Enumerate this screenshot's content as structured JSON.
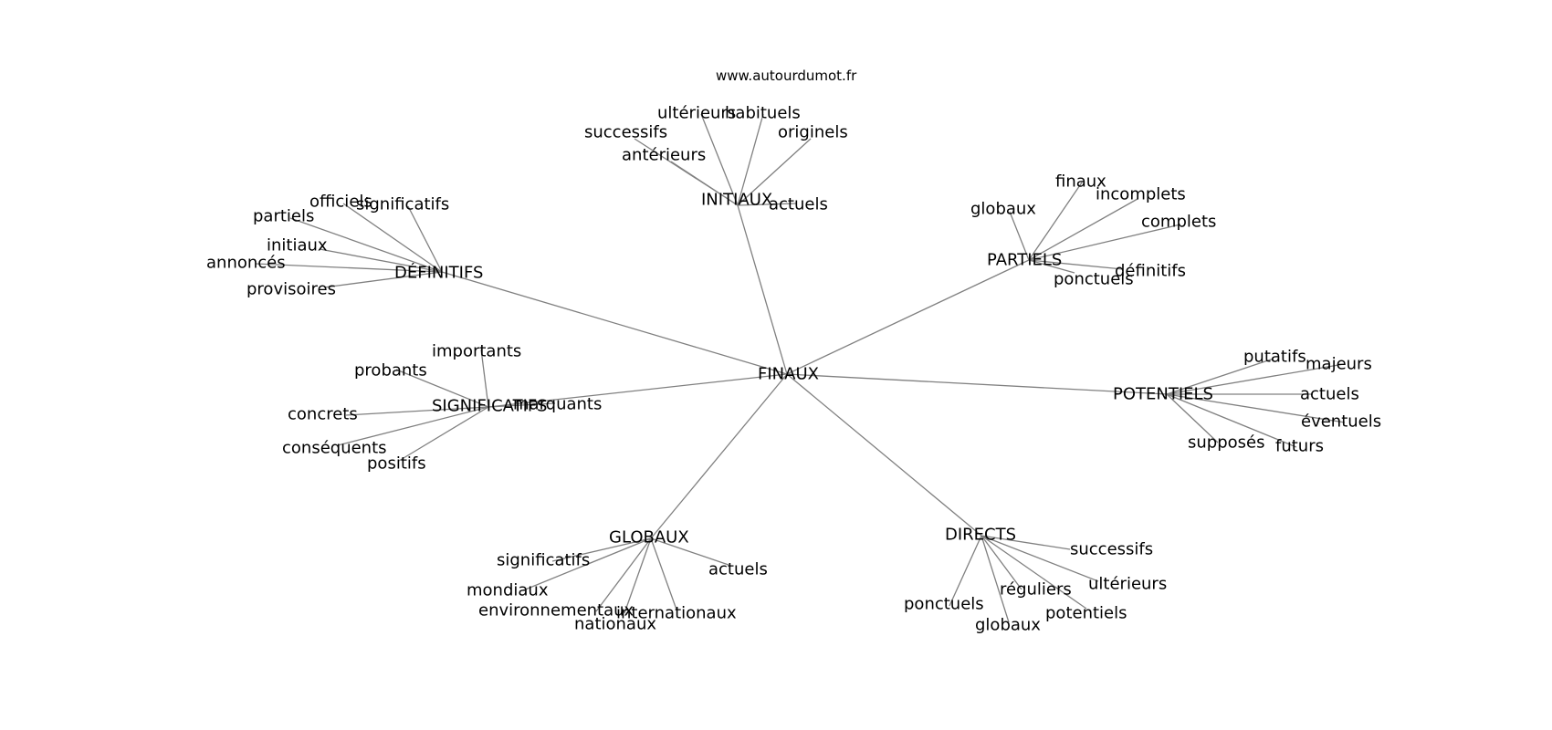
{
  "watermark": "www.autourdumot.fr",
  "center": "FINAUX",
  "clusters": [
    {
      "hub": "INITIAUX",
      "leaves": [
        "ultérieurs",
        "habituels",
        "successifs",
        "originels",
        "antérieurs",
        "actuels"
      ]
    },
    {
      "hub": "PARTIELS",
      "leaves": [
        "finaux",
        "incomplets",
        "globaux",
        "complets",
        "définitifs",
        "ponctuels"
      ]
    },
    {
      "hub": "DÉFINITIFS",
      "leaves": [
        "officiels",
        "significatifs",
        "partiels",
        "initiaux",
        "annoncés",
        "provisoires"
      ]
    },
    {
      "hub": "SIGNIFICATIFS",
      "leaves": [
        "importants",
        "probants",
        "marquants",
        "concrets",
        "conséquents",
        "positifs"
      ]
    },
    {
      "hub": "POTENTIELS",
      "leaves": [
        "putatifs",
        "majeurs",
        "actuels",
        "éventuels",
        "supposés",
        "futurs"
      ]
    },
    {
      "hub": "GLOBAUX",
      "leaves": [
        "significatifs",
        "actuels",
        "mondiaux",
        "environnementaux",
        "internationaux",
        "nationaux"
      ]
    },
    {
      "hub": "DIRECTS",
      "leaves": [
        "successifs",
        "ultérieurs",
        "réguliers",
        "potentiels",
        "ponctuels",
        "globaux"
      ]
    }
  ]
}
